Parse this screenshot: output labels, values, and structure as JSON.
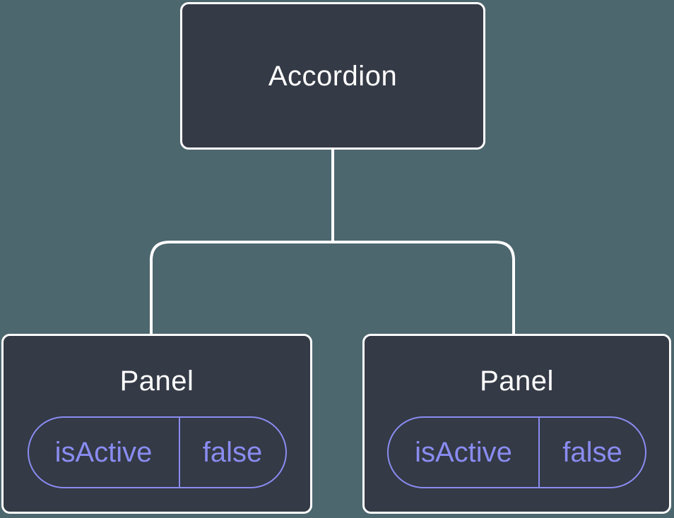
{
  "colors": {
    "background": "#4d676f",
    "node_fill": "#343a46",
    "node_border": "#ffffff",
    "connector": "#ffffff",
    "accent": "#8a8cf1",
    "title_text": "#ffffff"
  },
  "tree": {
    "root": {
      "label": "Accordion"
    },
    "children": [
      {
        "label": "Panel",
        "prop": {
          "name": "isActive",
          "value": "false"
        }
      },
      {
        "label": "Panel",
        "prop": {
          "name": "isActive",
          "value": "false"
        }
      }
    ]
  }
}
